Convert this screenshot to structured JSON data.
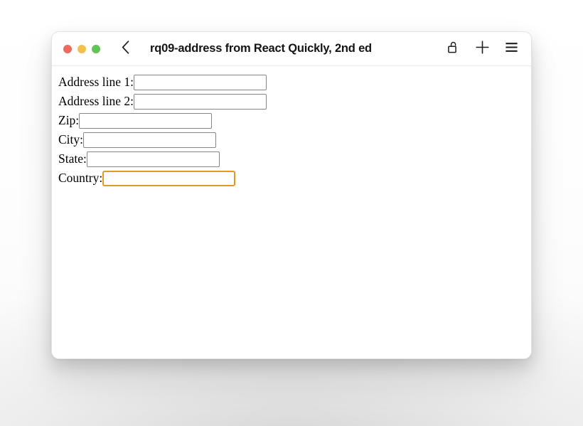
{
  "window": {
    "title": "rq09-address from React Quickly, 2nd ed",
    "traffic_lights": [
      {
        "name": "close",
        "color": "#ec6a5e"
      },
      {
        "name": "minimize",
        "color": "#f5bf4f"
      },
      {
        "name": "zoom",
        "color": "#61c454"
      }
    ],
    "back_icon": "chevron-left-icon",
    "actions": [
      {
        "name": "unlock-icon",
        "label": "Unlocked"
      },
      {
        "name": "plus-icon",
        "label": "New tab"
      },
      {
        "name": "menu-icon",
        "label": "Menu"
      }
    ]
  },
  "form": {
    "fields": [
      {
        "label": "Address line 1:",
        "value": "",
        "placeholder": "",
        "name": "address-line-1",
        "focused": false
      },
      {
        "label": "Address line 2:",
        "value": "",
        "placeholder": "",
        "name": "address-line-2",
        "focused": false
      },
      {
        "label": "Zip:",
        "value": "",
        "placeholder": "",
        "name": "zip",
        "focused": false
      },
      {
        "label": "City:",
        "value": "",
        "placeholder": "",
        "name": "city",
        "focused": false
      },
      {
        "label": "State:",
        "value": "",
        "placeholder": "",
        "name": "state",
        "focused": false
      },
      {
        "label": "Country:",
        "value": "",
        "placeholder": "",
        "name": "country",
        "focused": true
      }
    ]
  },
  "colors": {
    "focus_ring": "#e09a20",
    "input_border": "#868686",
    "window_background": "#ffffff"
  }
}
